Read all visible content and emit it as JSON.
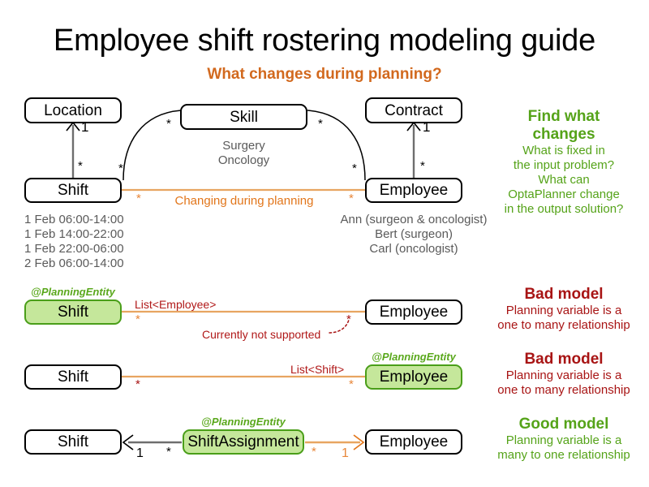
{
  "header": {
    "title": "Employee shift rostering modeling guide",
    "subtitle": "What changes during planning?"
  },
  "colors": {
    "orange": "#e2761b",
    "orange_line": "#e8a561",
    "green": "#55a319",
    "green_fill": "#c5e79b",
    "green_border": "#4a9e19",
    "red": "#a81414",
    "gray_line": "#595959",
    "gray_text": "#5a5a5a",
    "black": "#000000",
    "background": "#ffffff"
  },
  "domain_model": {
    "boxes": {
      "location": "Location",
      "skill": "Skill",
      "contract": "Contract",
      "shift": "Shift",
      "employee": "Employee"
    },
    "instances": {
      "skills": "Surgery\nOncology",
      "shifts": "1 Feb 06:00-14:00\n1 Feb 14:00-22:00\n1 Feb 22:00-06:00\n2 Feb 06:00-14:00",
      "employees": "Ann (surgeon & oncologist)\nBert (surgeon)\nCarl (oncologist)"
    },
    "multiplicities": {
      "shift_location_many": "*",
      "location_one": "1",
      "shift_skill_many": "*",
      "skill_left_many": "*",
      "skill_right_many": "*",
      "employee_skill_many": "*",
      "employee_contract_many": "*",
      "contract_one": "1",
      "shift_employee_many": "*",
      "employee_shift_many": "*"
    },
    "changing_label": "Changing during planning"
  },
  "callouts": {
    "find_what_changes": {
      "headline": "Find what\nchanges",
      "body": "What is fixed in\nthe input problem?\nWhat can\nOptaPlanner change\nin the output solution?"
    },
    "bad_model_1": {
      "headline": "Bad model",
      "body": "Planning variable is a\none to many relationship"
    },
    "bad_model_2": {
      "headline": "Bad model",
      "body": "Planning variable is a\none to many relationship"
    },
    "good_model": {
      "headline": "Good model",
      "body": "Planning variable is a\nmany to one relationship"
    }
  },
  "model_rows": {
    "row_bad_1": {
      "annotation": "@PlanningEntity",
      "left_box": "Shift",
      "right_box": "Employee",
      "edge_label": "List<Employee>",
      "left_mult": "*",
      "right_mult": "*",
      "note": "Currently not supported"
    },
    "row_bad_2": {
      "annotation": "@PlanningEntity",
      "left_box": "Shift",
      "right_box": "Employee",
      "edge_label": "List<Shift>",
      "left_mult": "*",
      "right_mult": "*"
    },
    "row_good": {
      "annotation": "@PlanningEntity",
      "left_box": "Shift",
      "middle_box": "ShiftAssignment",
      "right_box": "Employee",
      "left_mult_one": "1",
      "left_mult_many": "*",
      "right_mult_many": "*",
      "right_mult_one": "1"
    }
  }
}
